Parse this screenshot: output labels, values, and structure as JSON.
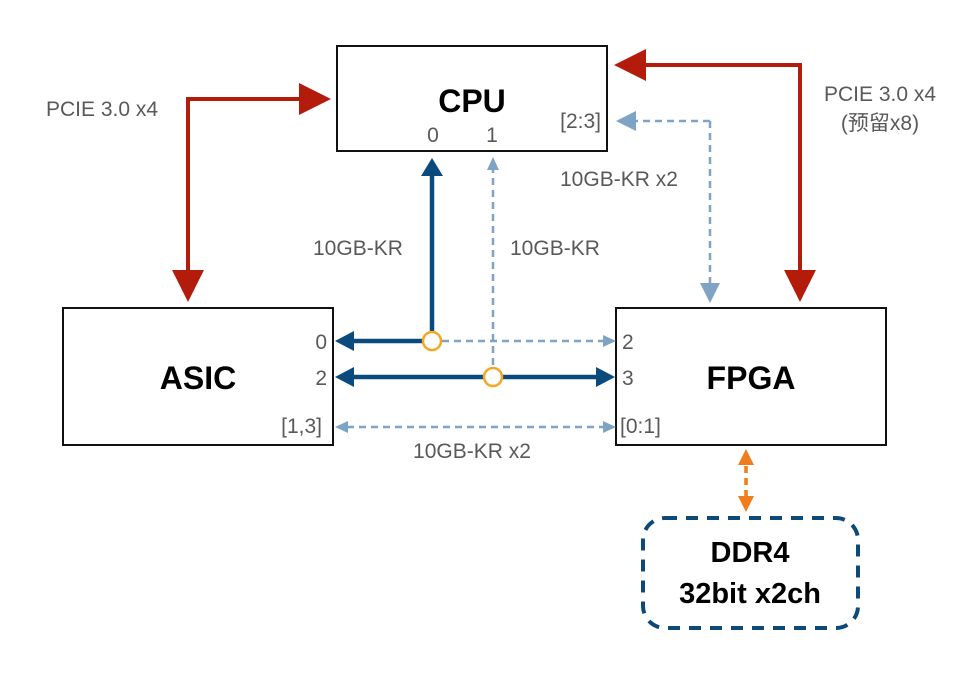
{
  "colors": {
    "pcie": "#b31b0b",
    "kr_solid": "#0b4a7d",
    "kr_dashed": "#7fa3c4",
    "ddr_link": "#f07c1b",
    "ddr_border": "#0d4a78",
    "junction": "#f5a623",
    "text": "#595959"
  },
  "blocks": {
    "cpu": {
      "title": "CPU",
      "ports": {
        "p0": "0",
        "p1": "1",
        "p23": "[2:3]"
      }
    },
    "asic": {
      "title": "ASIC",
      "ports": {
        "p0": "0",
        "p2": "2",
        "p13": "[1,3]"
      }
    },
    "fpga": {
      "title": "FPGA",
      "ports": {
        "p2": "2",
        "p3": "3",
        "p01": "[0:1]"
      }
    },
    "ddr": {
      "line1": "DDR4",
      "line2": "32bit x2ch"
    }
  },
  "links": {
    "pcie_left": "PCIE 3.0 x4",
    "pcie_right_line1": "PCIE 3.0 x4",
    "pcie_right_line2": "(预留x8)",
    "cpu_fpga_kr": "10GB-KR x2",
    "cpu0_kr": "10GB-KR",
    "cpu1_kr": "10GB-KR",
    "asic_fpga_kr": "10GB-KR x2"
  }
}
